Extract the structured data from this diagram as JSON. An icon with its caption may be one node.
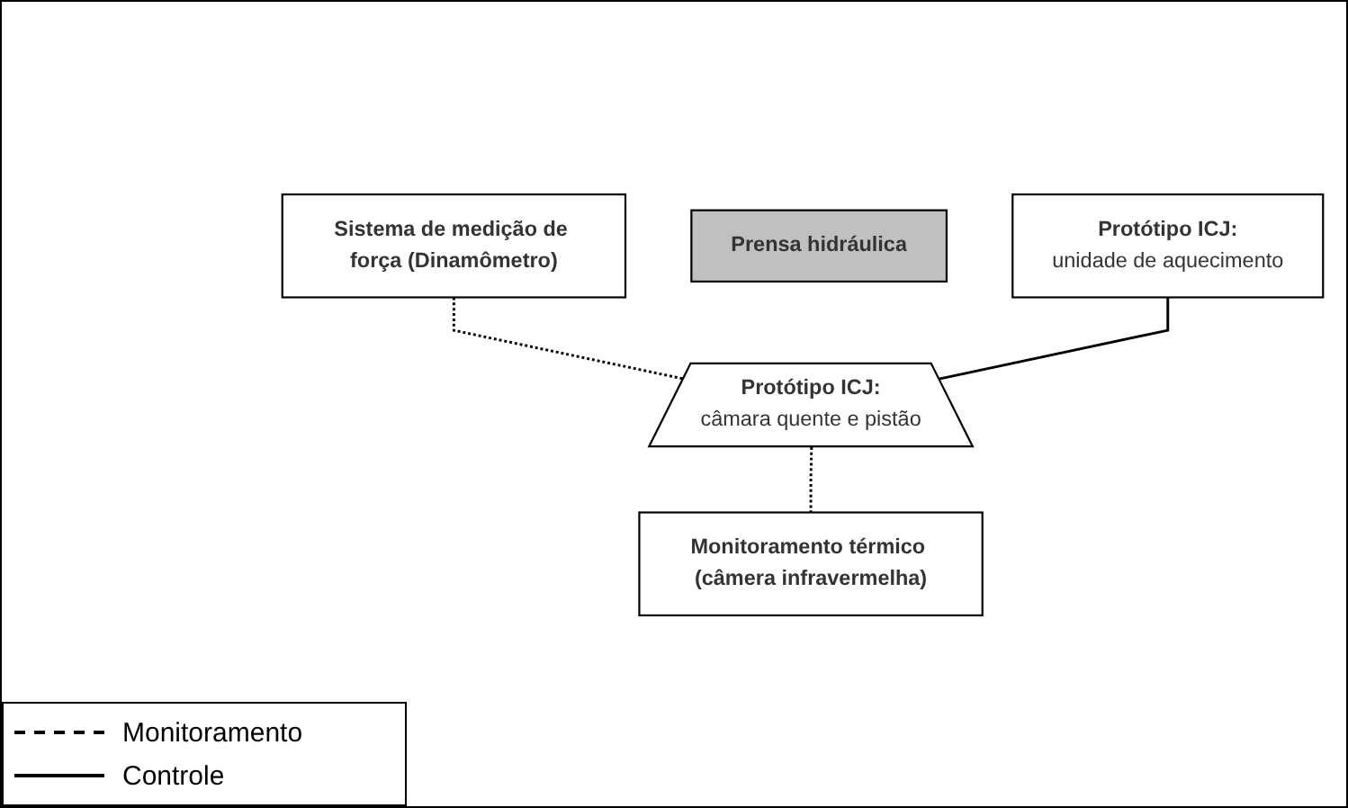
{
  "diagram": {
    "nodes": [
      {
        "text": [
          "Sistema de medição de força (Dinamômetro)"
        ]
      },
      {
        "text": [
          "Prensa hidráulica"
        ]
      },
      {
        "text": [
          "Protótipo ICJ:",
          "unidade de aquecimento"
        ]
      },
      {
        "text": [
          "Protótipo ICJ:",
          "câmara quente e pistão"
        ]
      },
      {
        "text": [
          "Monitoramento térmico (câmera infravermelha)"
        ]
      }
    ],
    "edges": [
      {
        "from": 0,
        "to": 3,
        "arrow": "none",
        "style": "dashed"
      },
      {
        "from": 2,
        "to": 3,
        "arrow": "none"
      },
      {
        "from": 3,
        "to": 4,
        "arrow": "none",
        "style": "dashed"
      }
    ],
    "legend": [
      {
        "text": "Monitoramento"
      },
      {
        "text": "Controle"
      }
    ]
  }
}
